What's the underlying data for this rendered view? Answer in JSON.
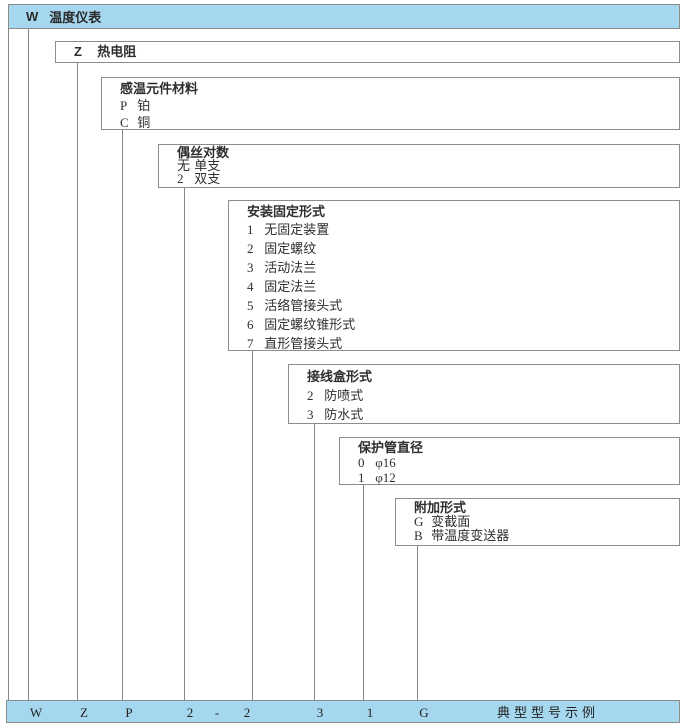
{
  "title_bar": {
    "code": "W",
    "label": "温度仪表"
  },
  "series": {
    "code": "Z",
    "label": "热电阻"
  },
  "material": {
    "title": "感温元件材料",
    "items": [
      {
        "code": "P",
        "label": "铂"
      },
      {
        "code": "C",
        "label": "铜"
      }
    ]
  },
  "pairs": {
    "title": "偶丝对数",
    "items": [
      {
        "code": "无",
        "label": "单支"
      },
      {
        "code": "2",
        "label": "双支"
      }
    ]
  },
  "mounting": {
    "title": "安装固定形式",
    "items": [
      {
        "code": "1",
        "label": "无固定装置"
      },
      {
        "code": "2",
        "label": "固定螺纹"
      },
      {
        "code": "3",
        "label": "活动法兰"
      },
      {
        "code": "4",
        "label": "固定法兰"
      },
      {
        "code": "5",
        "label": "活络管接头式"
      },
      {
        "code": "6",
        "label": "固定螺纹锥形式"
      },
      {
        "code": "7",
        "label": "直形管接头式"
      }
    ]
  },
  "junction": {
    "title": "接线盒形式",
    "items": [
      {
        "code": "2",
        "label": "防喷式"
      },
      {
        "code": "3",
        "label": "防水式"
      }
    ]
  },
  "diameter": {
    "title": "保护管直径",
    "items": [
      {
        "code": "0",
        "label": "φ16"
      },
      {
        "code": "1",
        "label": "φ12"
      }
    ]
  },
  "extra": {
    "title": "附加形式",
    "items": [
      {
        "code": "G",
        "label": "变截面"
      },
      {
        "code": "B",
        "label": "带温度变送器"
      }
    ]
  },
  "example": {
    "codes": [
      "W",
      "Z",
      "P",
      "2",
      "-",
      "2",
      "3",
      "1",
      "G"
    ],
    "caption": "典型型号示例"
  },
  "colors": {
    "bar_blue": "#a5d7ee",
    "border_gray": "#8c8c8c",
    "line_gray": "#868686",
    "text": "#2f2f2f"
  }
}
